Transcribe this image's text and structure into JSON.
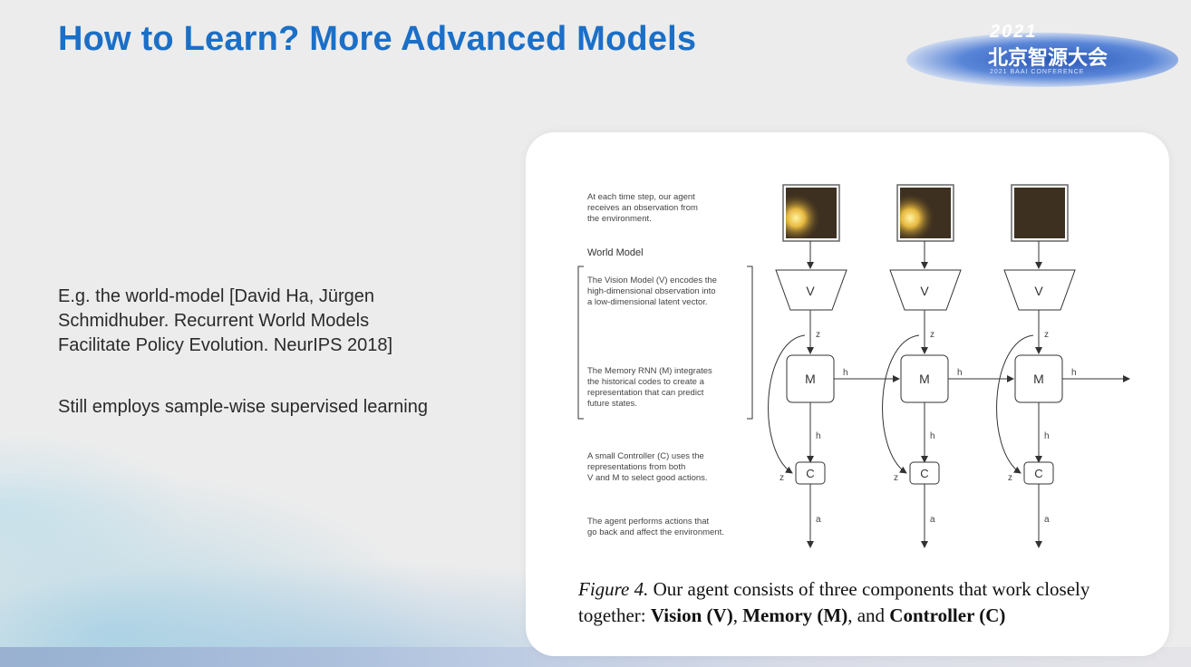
{
  "slide": {
    "title": "How to Learn? More Advanced Models",
    "paragraph_1": "E.g. the world-model [David Ha, Jürgen Schmidhuber. Recurrent World Models Facilitate Policy Evolution. NeurIPS 2018]",
    "paragraph_1_lines": [
      "E.g. the world-model [David Ha, Jürgen",
      "Schmidhuber. Recurrent World Models",
      "Facilitate Policy Evolution. NeurIPS 2018]"
    ],
    "paragraph_2": "Still employs sample-wise supervised learning"
  },
  "logo": {
    "year": "2021",
    "name": "北京智源大会",
    "subtitle": "2021 BAAI CONFERENCE"
  },
  "figure": {
    "text_observation": [
      "At each time step, our agent",
      "receives an observation from",
      "the environment."
    ],
    "world_model_label": "World Model",
    "text_vision": [
      "The Vision Model (V) encodes the",
      "high-dimensional observation into",
      "a low-dimensional latent vector."
    ],
    "text_memory": [
      "The Memory RNN (M) integrates",
      "the historical codes to create a",
      "representation that can predict",
      "future states."
    ],
    "text_controller": [
      "A small Controller (C) uses the",
      "representations from both",
      "V and M to select good actions."
    ],
    "text_actions": [
      "The agent performs actions that",
      "go back and affect the environment."
    ],
    "node_v": "V",
    "node_m": "M",
    "node_c": "C",
    "edge_z": "z",
    "edge_h": "h",
    "edge_a": "a",
    "caption_prefix": "Figure 4.",
    "caption_text_1": " Our agent consists of three components that work closely together: ",
    "caption_vision": "Vision (V)",
    "caption_sep_1": ", ",
    "caption_memory": "Memory (M)",
    "caption_sep_2": ", and ",
    "caption_controller": "Controller (C)"
  },
  "colors": {
    "title": "#1b6fc7",
    "frame_bg": "#3a2a1a",
    "frame_glow": "#f4d86a"
  }
}
